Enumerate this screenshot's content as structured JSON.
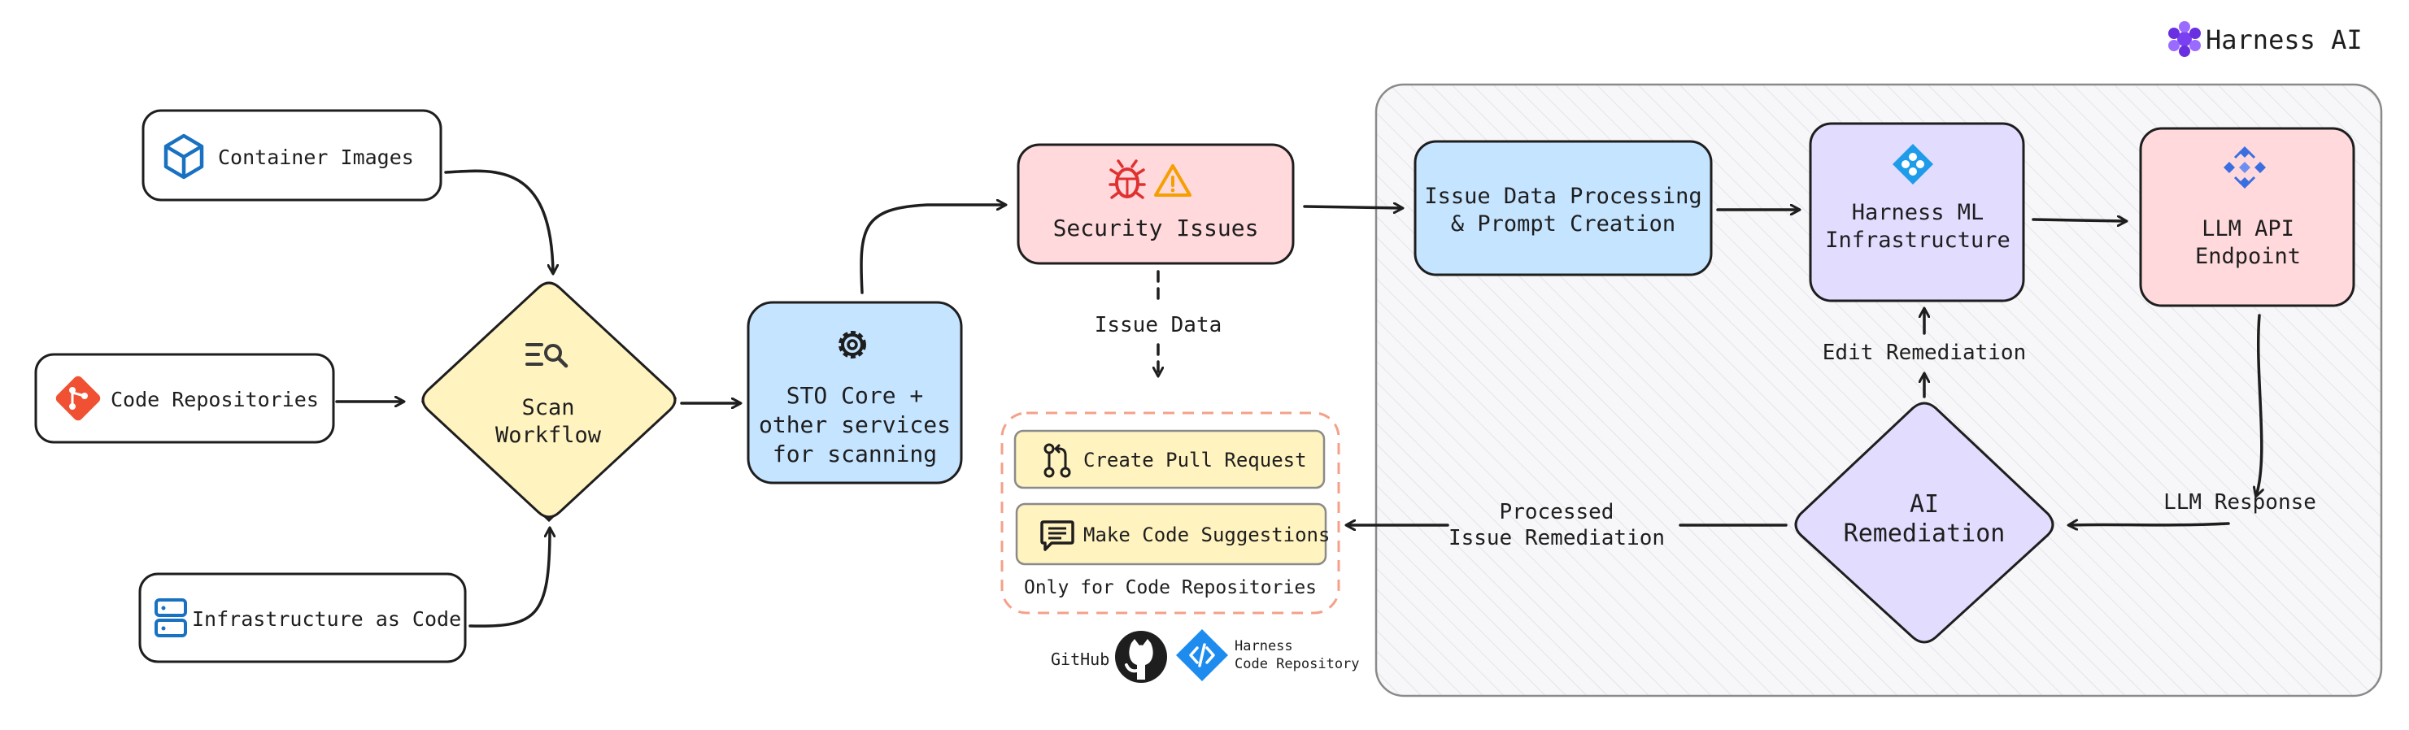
{
  "brand": {
    "name": "Harness AI",
    "accent": "#7a3ff0"
  },
  "sources": {
    "container_images": "Container Images",
    "code_repositories": "Code Repositories",
    "infrastructure_as_code": "Infrastructure as Code"
  },
  "scan_workflow": {
    "line1": "Scan",
    "line2": "Workflow"
  },
  "sto_core": {
    "line1": "STO Core +",
    "line2": "other services",
    "line3": "for scanning"
  },
  "security_issues": "Security Issues",
  "issue_data": "Issue Data",
  "actions": {
    "create_pull_request": "Create Pull Request",
    "make_code_suggestions": "Make Code Suggestions",
    "note": "Only for Code Repositories"
  },
  "scm": {
    "github": "GitHub",
    "harness_line1": "Harness",
    "harness_line2": "Code Repository"
  },
  "ai_panel": {
    "issue_processing": {
      "line1": "Issue Data Processing",
      "line2": "& Prompt Creation"
    },
    "ml_infra": {
      "line1": "Harness ML",
      "line2": "Infrastructure"
    },
    "llm_api": {
      "line1": "LLM API",
      "line2": "Endpoint"
    },
    "ai_remediation": {
      "line1": "AI",
      "line2": "Remediation"
    },
    "edit_remediation": "Edit Remediation",
    "llm_response": "LLM Response",
    "processed": {
      "line1": "Processed",
      "line2": "Issue Remediation"
    }
  },
  "colors": {
    "yellow": "#fff3bf",
    "blue": "#c5e4ff",
    "pink": "#ffd9dc",
    "purple": "#e2dcff",
    "panel": "#f7f7f9",
    "orange_dashed": "#f4a08a",
    "danger": "#e03131",
    "warning": "#f59f00",
    "icon_blue": "#1971c2",
    "git_orange": "#f05133",
    "harness_blue": "#1e8cef"
  }
}
